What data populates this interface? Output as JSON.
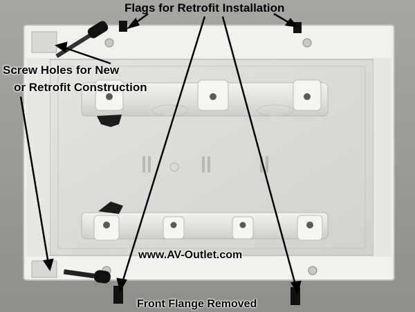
{
  "photo": {
    "subject": "white plastic low-voltage mounting box",
    "colors": {
      "background": "#9a9a96",
      "plastic": "#ecebe6",
      "plastic_shadow": "#c9c8c2",
      "arrow": "#000000"
    }
  },
  "annotations": {
    "flags": "Flags for Retrofit Installation",
    "screw_holes_line1": "Screw Holes for New",
    "screw_holes_line2": "or Retrofit Construction",
    "website": "www.AV-Outlet.com",
    "front_flange": "Front Flange Removed"
  }
}
